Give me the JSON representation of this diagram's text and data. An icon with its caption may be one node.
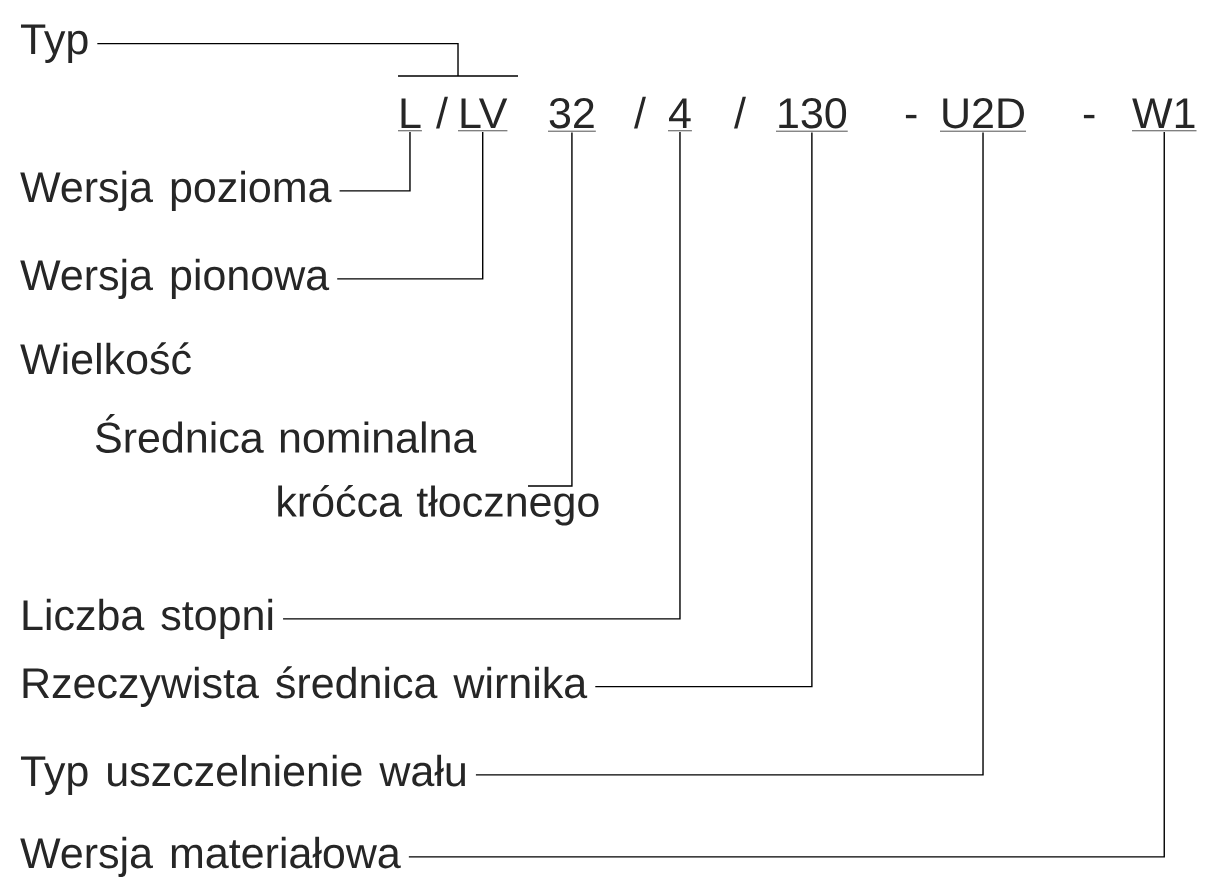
{
  "diagram": {
    "nodes": [
      {
        "text": [
          "Typ"
        ]
      },
      {
        "text": [],
        "shape": "bar"
      },
      {
        "text": [
          "L"
        ]
      },
      {
        "text": [
          "LV"
        ]
      },
      {
        "text": [
          "32"
        ]
      },
      {
        "text": [
          "4"
        ]
      },
      {
        "text": [
          "130"
        ]
      },
      {
        "text": [
          "U2D"
        ]
      },
      {
        "text": [
          "W1"
        ]
      },
      {
        "text": [
          "Wersja pozioma"
        ]
      },
      {
        "text": [
          "Wersja pionowa"
        ]
      },
      {
        "text": [
          "Średnica nominalna króćca tłocznego"
        ]
      },
      {
        "text": [
          "Liczba stopni"
        ]
      },
      {
        "text": [
          "Rzeczywista średnica wirnika"
        ]
      },
      {
        "text": [
          "Typ uszczelnienie wału"
        ]
      },
      {
        "text": [
          "Wersja materiałowa"
        ]
      }
    ],
    "edges": [
      {
        "from": 0,
        "to": 1,
        "arrow": "none"
      },
      {
        "from": 9,
        "to": 2,
        "arrow": "none"
      },
      {
        "from": 10,
        "to": 3,
        "arrow": "none"
      },
      {
        "from": 11,
        "to": 4,
        "arrow": "none"
      },
      {
        "from": 12,
        "to": 5,
        "arrow": "none"
      },
      {
        "from": 13,
        "to": 6,
        "arrow": "none"
      },
      {
        "from": 14,
        "to": 7,
        "arrow": "none"
      },
      {
        "from": 15,
        "to": 8,
        "arrow": "none"
      }
    ],
    "labels": [
      "/",
      "/",
      "/",
      "-",
      "-",
      "Wielkość"
    ]
  }
}
